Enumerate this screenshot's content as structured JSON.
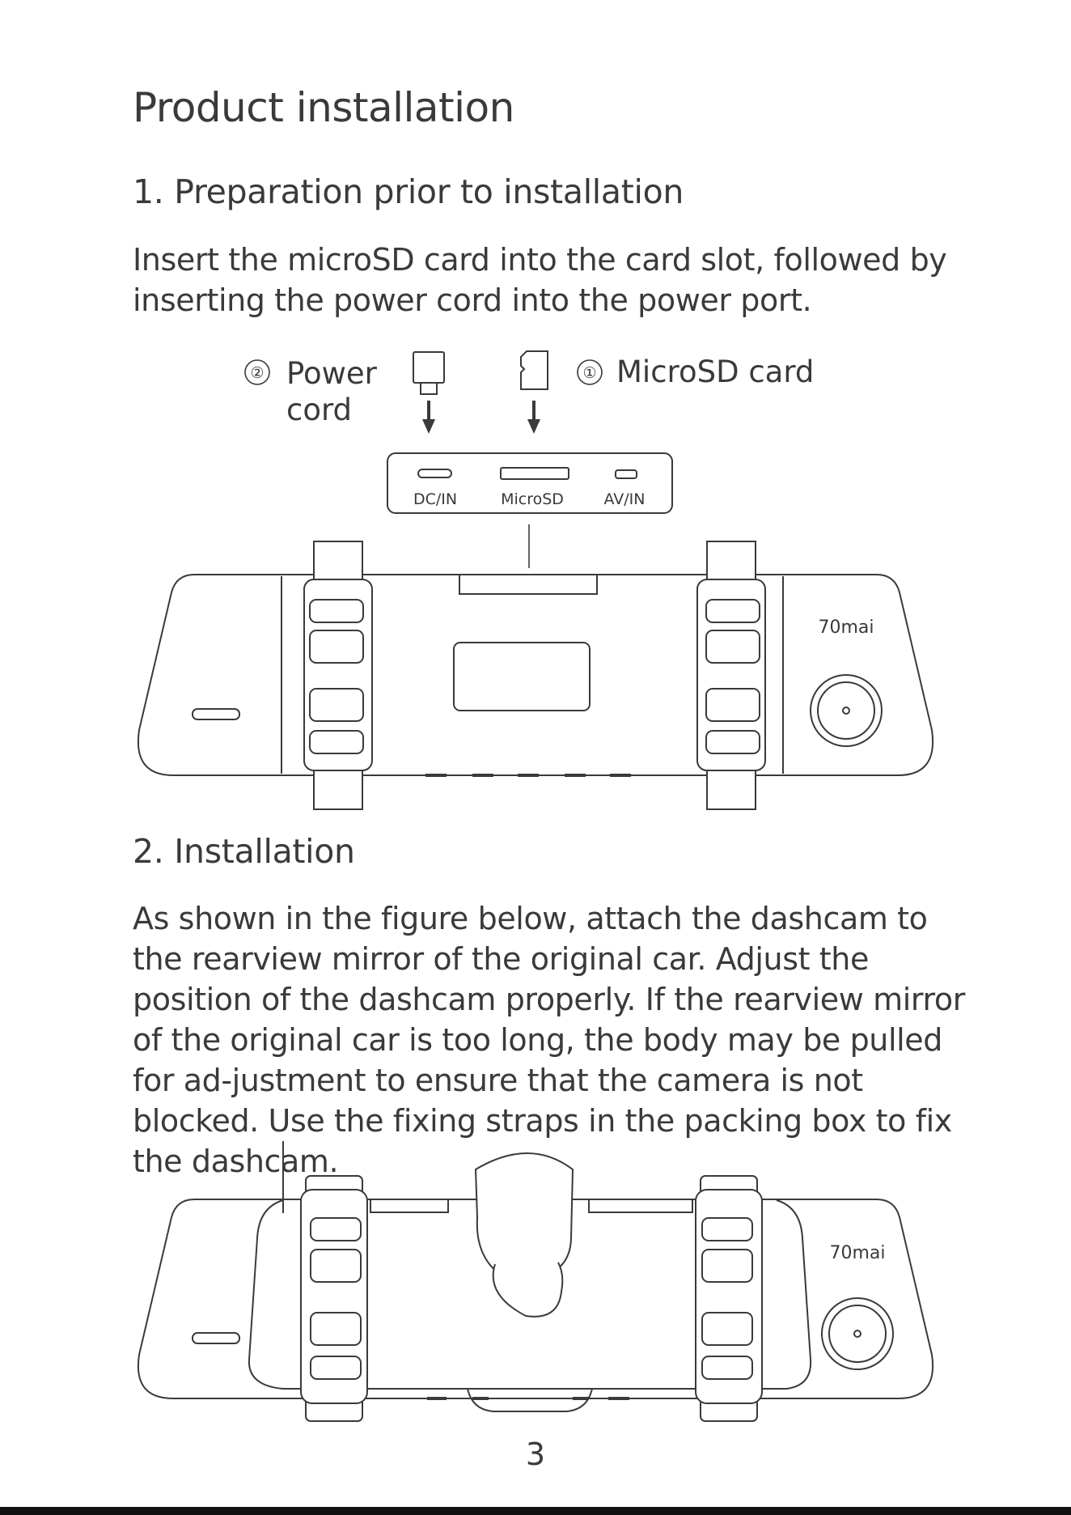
{
  "title": "Product installation",
  "section1": {
    "heading": "1. Preparation prior to installation",
    "paragraph": "Insert the microSD card into the card slot, followed by inserting the power cord into the power port."
  },
  "figure1": {
    "power_callout_number": "②",
    "power_label_line1": "Power",
    "power_label_line2": "cord",
    "microsd_callout_number": "①",
    "microsd_label": "MicroSD card",
    "port_dcin": "DC/IN",
    "port_microsd": "MicroSD",
    "port_avin": "AV/IN",
    "brand_logo": "70mai"
  },
  "section2": {
    "heading": "2. Installation",
    "paragraph": "As shown in the figure below, attach the dashcam to the rearview mirror of the original car. Adjust the position of the dashcam properly. If the rearview mirror of the original car is too long, the body may be pulled for ad-justment to ensure that the camera is not blocked. Use the fixing straps in the packing box to fix the dashcam."
  },
  "figure2": {
    "brand_logo": "70mai"
  },
  "page_number": "3"
}
